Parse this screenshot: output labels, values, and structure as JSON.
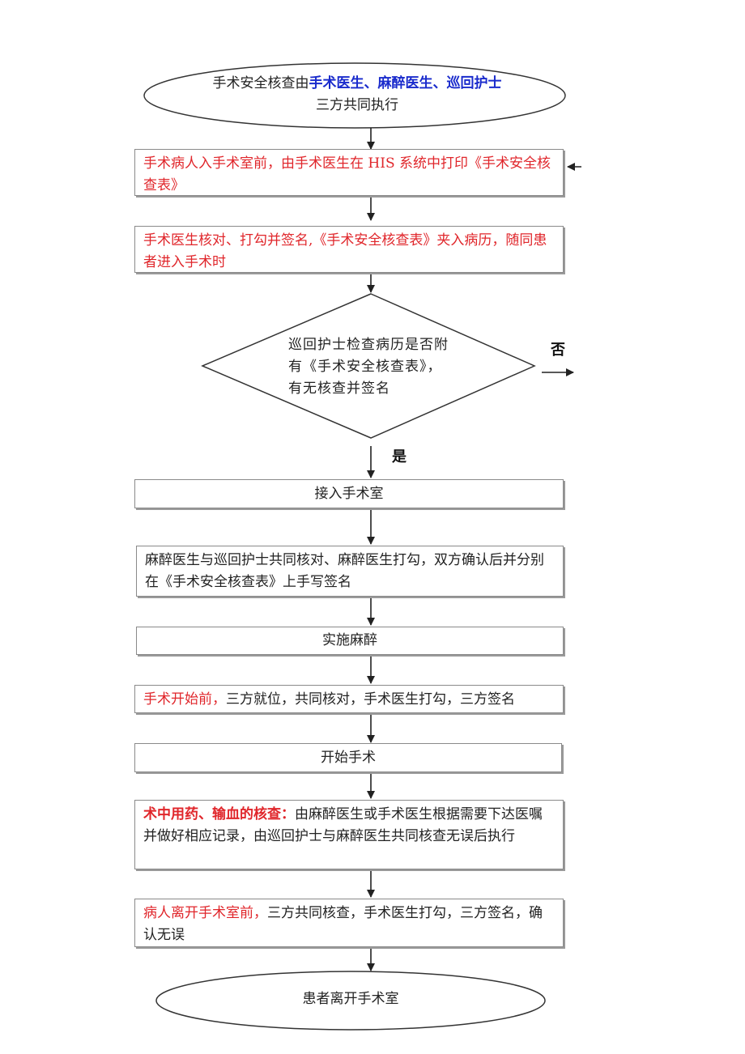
{
  "start": {
    "pre": "手术安全核查由",
    "highlight": "手术医生、麻醉医生、巡回护士",
    "post": "三方共同执行"
  },
  "step1": {
    "red": "手术病人入手术室前，由手术医生在 HIS 系统中打印《手术安全核查表》"
  },
  "step2": {
    "red": "手术医生核对、打勾并签名,《手术安全核查表》夹入病历，随同患者进入手术时"
  },
  "decision": {
    "text": "巡回护士检查病历是否附有《手术安全核查表》，有无核查并签名",
    "no_label": "否",
    "yes_label": "是"
  },
  "step3": {
    "text": "接入手术室"
  },
  "step4": {
    "text": "麻醉医生与巡回护士共同核对、麻醉医生打勾，双方确认后并分别在《手术安全核查表》上手写签名"
  },
  "step5": {
    "text": "实施麻醉"
  },
  "step6": {
    "red": "手术开始前，",
    "text": "三方就位，共同核对，手术医生打勾，三方签名"
  },
  "step7": {
    "text": "开始手术"
  },
  "step8": {
    "red": "术中用药、输血的核查：",
    "text": "由麻醉医生或手术医生根据需要下达医嘱并做好相应记录，由巡回护士与麻醉医生共同核查无误后执行"
  },
  "step9": {
    "red": "病人离开手术室前，",
    "text": "三方共同核查，手术医生打勾，三方签名，确认无误"
  },
  "end": {
    "text": "患者离开手术室"
  }
}
